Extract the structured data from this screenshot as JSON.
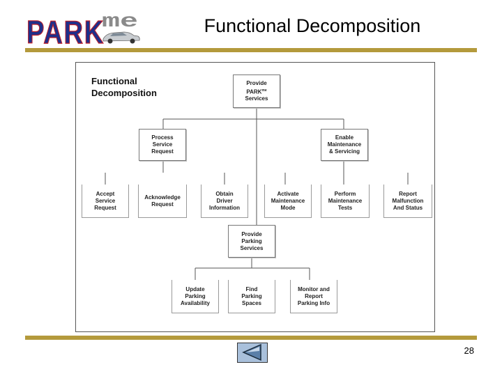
{
  "logo": {
    "main": "PARK",
    "sup": "me"
  },
  "slide": {
    "title": "Functional Decomposition",
    "page_number": "28"
  },
  "colors": {
    "logo_blue": "#1f2f8a",
    "logo_red": "#c0202a",
    "rule_gold": "#b49a3c",
    "nav_fill": "#a9c0db"
  },
  "diagram": {
    "title": "Functional\nDecomposition",
    "root": {
      "pre": "Provide\nPARK",
      "sup": "me",
      "post": "\nServices"
    },
    "process_service_request": "Process\nService\nRequest",
    "enable_maintenance": "Enable\nMaintenance\n& Servicing",
    "accept_service_request": "Accept\nService\nRequest",
    "acknowledge_request": "Acknowledge\nRequest",
    "obtain_driver_information": "Obtain\nDriver\nInformation",
    "activate_maintenance_mode": "Activate\nMaintenance\nMode",
    "perform_maintenance_tests": "Perform\nMaintenance\nTests",
    "report_malfunction": "Report\nMalfunction\nAnd Status",
    "provide_parking_services": "Provide\nParking\nServices",
    "update_parking_availability": "Update\nParking\nAvailability",
    "find_parking_spaces": "Find\nParking\nSpaces",
    "monitor_report_parking_info": "Monitor and\nReport\nParking Info"
  },
  "nav": {
    "icon": "triangle-left-icon"
  }
}
